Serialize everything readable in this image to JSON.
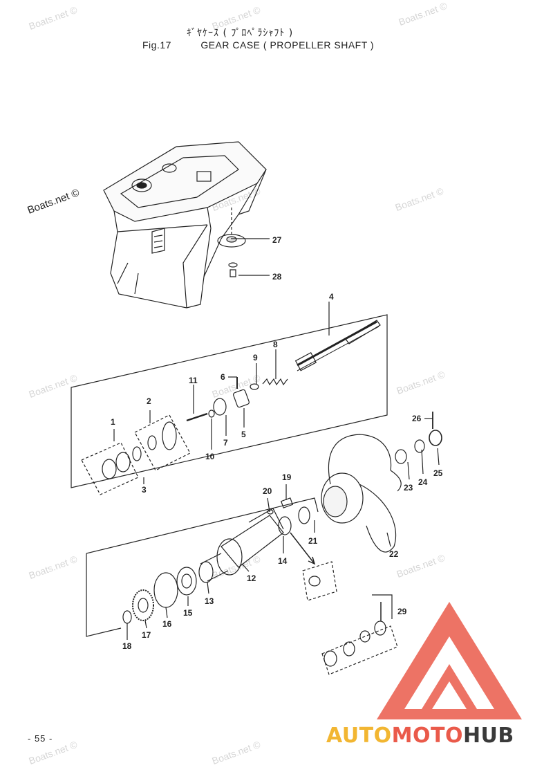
{
  "header": {
    "title_jp": "ｷﾞﾔｹｰｽ ( ﾌﾟﾛﾍﾟﾗｼｬﾌﾄ )",
    "fig_label": "Fig.17",
    "title_en": "GEAR CASE ( PROPELLER SHAFT )"
  },
  "watermark": "Boats.net ©",
  "page_number": "- 55 -",
  "logo": {
    "part1": "AUTO",
    "part2": "MOTO",
    "part3": "HUB"
  },
  "callouts": [
    "1",
    "2",
    "3",
    "4",
    "5",
    "6",
    "7",
    "8",
    "9",
    "10",
    "11",
    "12",
    "13",
    "14",
    "15",
    "16",
    "17",
    "18",
    "19",
    "20",
    "21",
    "22",
    "23",
    "24",
    "25",
    "26",
    "27",
    "28",
    "29"
  ],
  "colors": {
    "logo_yellow": "#f2b632",
    "logo_red": "#ea5a4a",
    "logo_dark": "#3a3a3a"
  }
}
